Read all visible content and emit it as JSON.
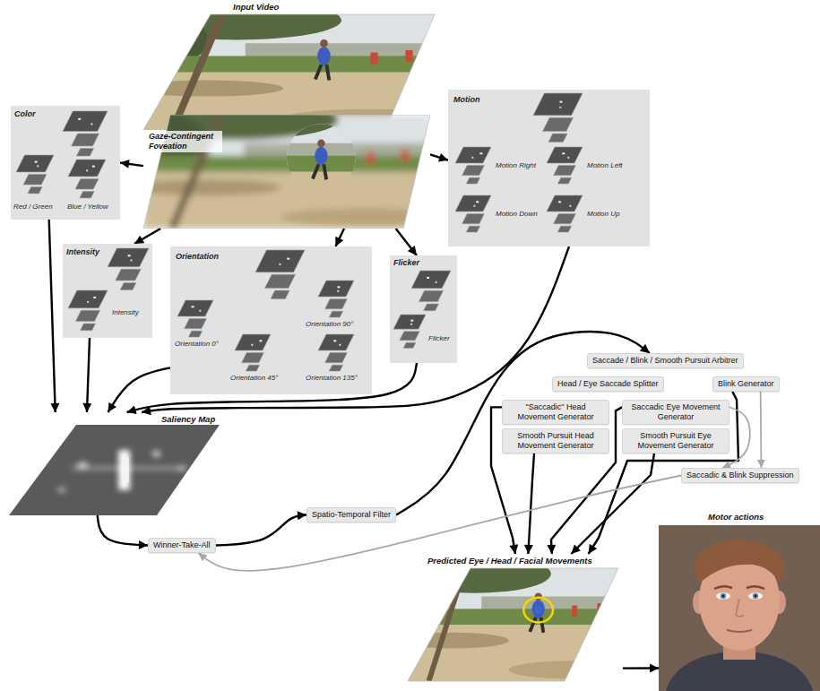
{
  "diagram": {
    "nodes": [
      {
        "text": [
          "Input Video"
        ]
      },
      {
        "text": [
          "Gaze-Contingent Foveation"
        ]
      },
      {
        "text": [
          "Color",
          "Red / Green",
          "Blue / Yellow"
        ]
      },
      {
        "text": [
          "Intensity",
          "Intensity"
        ]
      },
      {
        "text": [
          "Orientation",
          "Orientation 0°",
          "Orientation 90°",
          "Orientation 45°",
          "Orientation 135°"
        ]
      },
      {
        "text": [
          "Flicker",
          "Flicker"
        ]
      },
      {
        "text": [
          "Motion",
          "Motion Right",
          "Motion Left",
          "Motion Down",
          "Motion Up"
        ]
      },
      {
        "text": [
          "Saliency Map"
        ]
      },
      {
        "text": [
          "Winner-Take-All"
        ]
      },
      {
        "text": [
          "Spatio-Temporal Filter"
        ]
      },
      {
        "text": [
          "Saccade / Blink / Smooth Pursuit Arbitrer"
        ]
      },
      {
        "text": [
          "Head / Eye Saccade Splitter"
        ]
      },
      {
        "text": [
          "Blink Generator"
        ]
      },
      {
        "text": [
          "\"Saccadic\" Head Movement Generator"
        ]
      },
      {
        "text": [
          "Saccadic Eye Movement Generator"
        ]
      },
      {
        "text": [
          "Smooth Pursuit Head Movement Generator"
        ]
      },
      {
        "text": [
          "Smooth Pursuit Eye Movement Generator"
        ]
      },
      {
        "text": [
          "Saccadic & Blink Suppression"
        ]
      },
      {
        "text": [
          "Predicted Eye / Head / Facial Movements"
        ]
      },
      {
        "text": [
          "Motor actions"
        ]
      }
    ],
    "edges": [
      {
        "from": 1,
        "to": 2,
        "arrow": "to"
      },
      {
        "from": 1,
        "to": 3,
        "arrow": "to"
      },
      {
        "from": 1,
        "to": 4,
        "arrow": "to"
      },
      {
        "from": 1,
        "to": 5,
        "arrow": "to"
      },
      {
        "from": 1,
        "to": 6,
        "arrow": "to"
      },
      {
        "from": 2,
        "to": 7,
        "arrow": "to"
      },
      {
        "from": 3,
        "to": 7,
        "arrow": "to"
      },
      {
        "from": 4,
        "to": 7,
        "arrow": "to"
      },
      {
        "from": 5,
        "to": 7,
        "arrow": "to"
      },
      {
        "from": 6,
        "to": 7,
        "arrow": "to"
      },
      {
        "from": 7,
        "to": 8,
        "arrow": "to"
      },
      {
        "from": 8,
        "to": 9,
        "arrow": "to"
      },
      {
        "from": 9,
        "to": 10,
        "arrow": "to"
      },
      {
        "from": 13,
        "to": 18,
        "arrow": "to"
      },
      {
        "from": 15,
        "to": 18,
        "arrow": "to"
      },
      {
        "from": 14,
        "to": 18,
        "arrow": "to"
      },
      {
        "from": 16,
        "to": 18,
        "arrow": "to"
      },
      {
        "from": 12,
        "to": 18,
        "arrow": "to"
      },
      {
        "from": 14,
        "to": 17,
        "arrow": "to"
      },
      {
        "from": 12,
        "to": 17,
        "arrow": "to"
      },
      {
        "from": 17,
        "to": 8,
        "arrow": "to"
      },
      {
        "from": 18,
        "to": 19,
        "arrow": "to"
      }
    ]
  }
}
